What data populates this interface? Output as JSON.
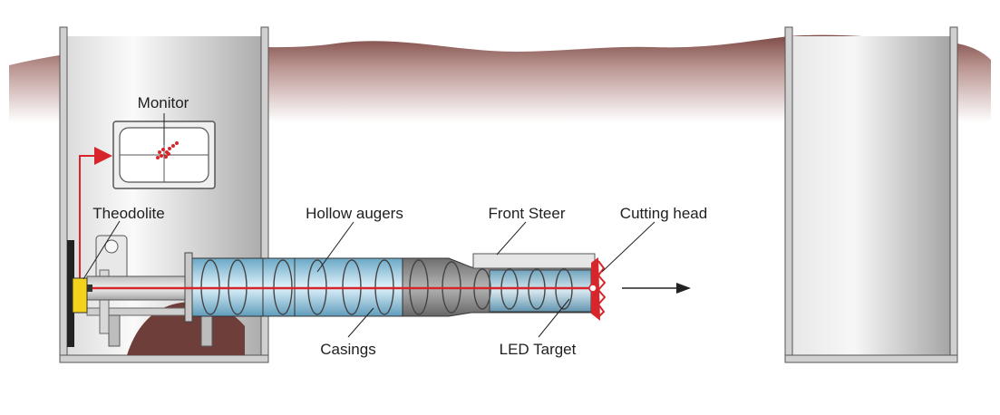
{
  "labels": {
    "monitor": "Monitor",
    "theodolite": "Theodolite",
    "hollow_augers": "Hollow augers",
    "front_steer": "Front Steer",
    "cutting_head": "Cutting head",
    "casings": "Casings",
    "led_target": "LED Target"
  },
  "colors": {
    "soil": "#8a5a55",
    "soil_dark": "#6e3e3a",
    "laser": "#d7262b",
    "casing_blue": "#bfe3f2",
    "steer_grey": "#8c8c8c",
    "theodolite_yellow": "#f2d21b"
  }
}
